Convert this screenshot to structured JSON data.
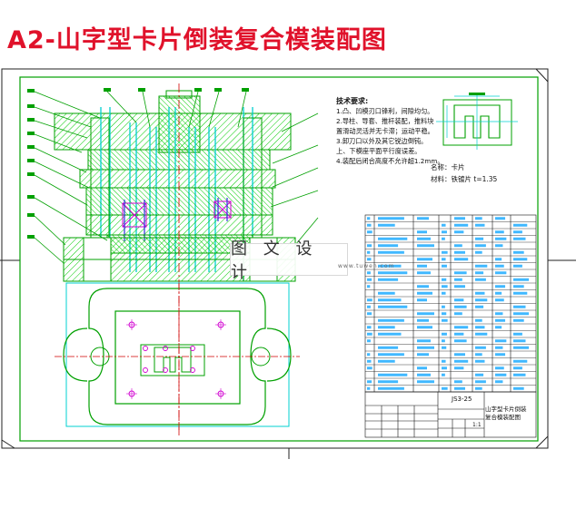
{
  "title": "A2-山字型卡片倒装复合模装配图",
  "notes": {
    "heading": "技术要求:",
    "lines": [
      "1.凸、凹模刃口锋利，间隙均匀。",
      "2.导柱、导套、推杆装配，推料块",
      "置滑动灵活并无卡滞；运动平稳。",
      "3.卸刀口以外及其它锐边倒钝。",
      "上、下模座平面平行度误差。",
      "4.装配后闭合高度不允许超1.2mm。"
    ]
  },
  "part": {
    "name_line": "名称：卡片",
    "material_line": "材料：铁镀片 t=1.35"
  },
  "title_block": {
    "drawing_no": "JS3-25",
    "name_line1": "山字型卡片倒装",
    "name_line2": "复合模装配图",
    "scale": "1:1"
  },
  "watermark": {
    "text": "图 文 设 计",
    "sub": "www.tuwen.com"
  },
  "colors": {
    "title": "#e0122b",
    "outline": "#00a000",
    "cyan": "#00d0d0",
    "magenta": "#d000d0",
    "blue": "#3030e0",
    "hatch": "#00cc00"
  }
}
